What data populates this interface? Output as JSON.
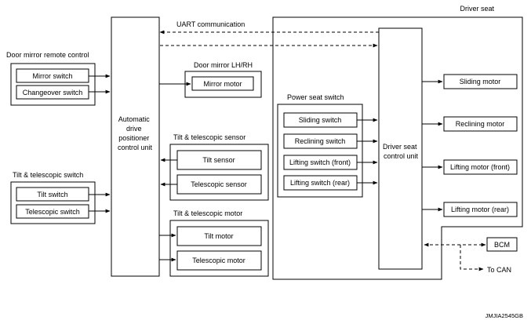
{
  "diagram": {
    "uart_label": "UART communication",
    "driver_seat_label": "Driver seat",
    "door_mirror_remote": {
      "title": "Door mirror remote control",
      "mirror_switch": "Mirror switch",
      "changeover_switch": "Changeover switch"
    },
    "tilt_telescopic_switch": {
      "title": "Tilt & telescopic switch",
      "tilt_switch": "Tilt switch",
      "telescopic_switch": "Telescopic switch"
    },
    "adp_unit": {
      "line1": "Automatic",
      "line2": "drive",
      "line3": "positioner",
      "line4": "control unit"
    },
    "door_mirror": {
      "title": "Door mirror LH/RH",
      "mirror_motor": "Mirror motor"
    },
    "tilt_telescopic_sensor": {
      "title": "Tilt & telescopic sensor",
      "tilt_sensor": "Tilt sensor",
      "telescopic_sensor": "Telescopic sensor"
    },
    "tilt_telescopic_motor": {
      "title": "Tilt & telescopic motor",
      "tilt_motor": "Tilt motor",
      "telescopic_motor": "Telescopic motor"
    },
    "power_seat_switch": {
      "title": "Power seat switch",
      "sliding_switch": "Sliding switch",
      "reclining_switch": "Reclining switch",
      "lifting_front": "Lifting switch (front)",
      "lifting_rear": "Lifting switch (rear)"
    },
    "driver_seat_unit": {
      "line1": "Driver seat",
      "line2": "control unit"
    },
    "motors": {
      "sliding": "Sliding motor",
      "reclining": "Reclining motor",
      "lifting_front": "Lifting motor (front)",
      "lifting_rear": "Lifting motor (rear)"
    },
    "bcm": "BCM",
    "to_can": "To CAN",
    "figure_code": "JMJIA2545GB"
  }
}
